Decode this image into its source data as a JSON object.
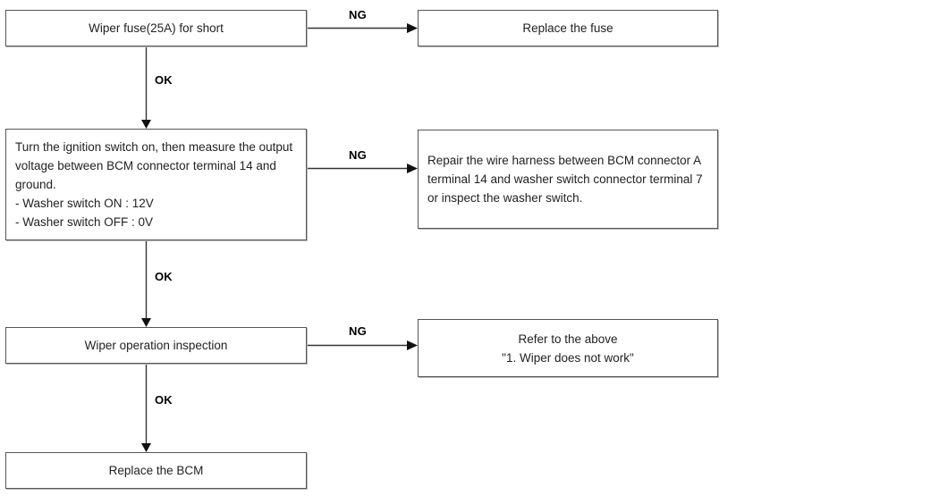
{
  "diagram": {
    "title": "Wiper / washer circuit troubleshooting flowchart",
    "type": "flowchart",
    "colors": {
      "box_border": "#555555",
      "box_fill": "#ffffff",
      "box_shadow": "#b9b9b9",
      "connector": "#333333",
      "text": "#222222",
      "label_text": "#000000"
    },
    "nodes": [
      {
        "id": "wiper-fuse",
        "text": "Wiper fuse(25A) for short",
        "align": "center"
      },
      {
        "id": "replace-fuse",
        "text": "Replace the fuse",
        "align": "center"
      },
      {
        "id": "voltage-check",
        "text": "Turn the ignition switch on, then measure the output voltage between BCM connector terminal 14 and ground.\n- Washer switch ON : 12V\n- Washer switch OFF : 0V",
        "align": "left"
      },
      {
        "id": "repair-harness",
        "text": "Repair the wire harness between BCM connector A terminal 14 and washer switch connector terminal 7 or inspect the washer switch.",
        "align": "left"
      },
      {
        "id": "wiper-operation",
        "text": "Wiper operation inspection",
        "align": "center"
      },
      {
        "id": "refer-above",
        "text": "Refer to the above\n\"1. Wiper does not work\"",
        "align": "center"
      },
      {
        "id": "replace-bcm",
        "text": "Replace the BCM",
        "align": "center"
      }
    ],
    "edge_labels": {
      "ok_1": "OK",
      "ok_2": "OK",
      "ok_3": "OK",
      "ng_1": "NG",
      "ng_2": "NG",
      "ng_3": "NG"
    }
  }
}
